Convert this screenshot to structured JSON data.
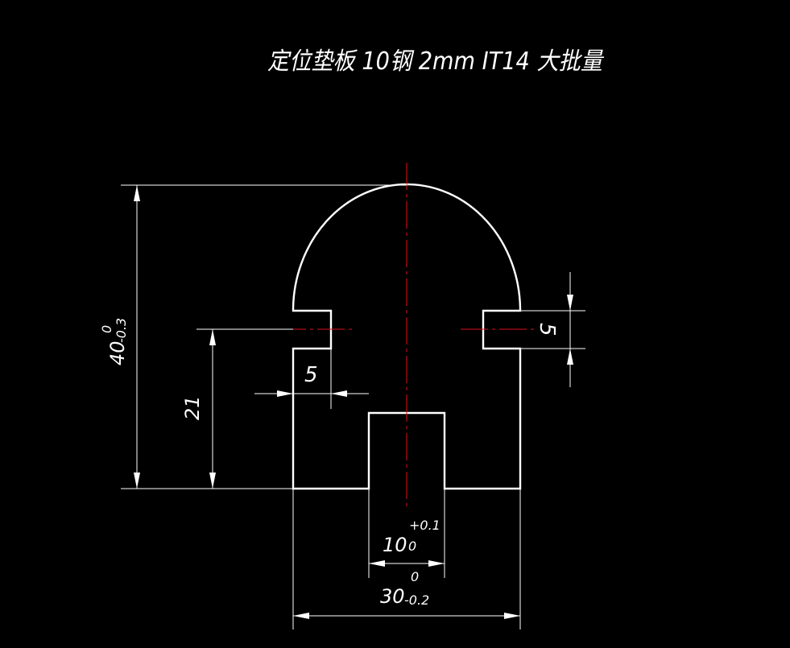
{
  "title": "定位垫板 10钢  2mm  IT14  大批量",
  "colors": {
    "background": "#000000",
    "outline": "#ffffff",
    "centerline": "#e0101a"
  },
  "dimensions": {
    "overall_height": {
      "nominal": "40",
      "upper": "0",
      "lower": "-0.3"
    },
    "slot_center_height": {
      "nominal": "21"
    },
    "notch_depth": {
      "nominal": "5"
    },
    "notch_width": {
      "nominal": "5"
    },
    "bottom_slot_width": {
      "nominal": "10",
      "upper": "+0.1",
      "lower": "0"
    },
    "overall_width": {
      "nominal": "30",
      "upper": "0",
      "lower": "-0.2"
    }
  }
}
